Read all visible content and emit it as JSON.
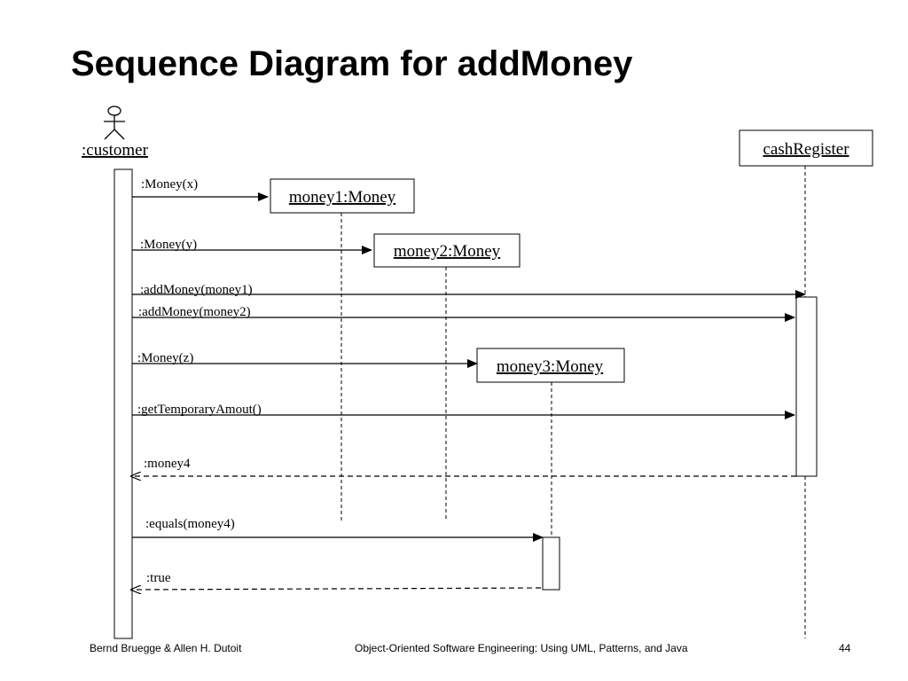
{
  "slide": {
    "title": "Sequence Diagram for addMoney"
  },
  "lifelines": {
    "customer": ":customer",
    "cash_register": "cashRegister",
    "money1": "money1:Money",
    "money2": "money2:Money",
    "money3": "money3:Money"
  },
  "messages": {
    "money_x": ":Money(x)",
    "money_y": ":Money(y)",
    "add_money_1": ":addMoney(money1)",
    "add_money_2": ":addMoney(money2)",
    "money_z": ":Money(z)",
    "get_temporary_amount": ":getTemporaryAmout()",
    "return_money4": ":money4",
    "equals_money4": ":equals(money4)",
    "return_true": ":true"
  },
  "footer": {
    "authors": "Bernd Bruegge & Allen H. Dutoit",
    "book": "Object-Oriented Software Engineering: Using UML, Patterns, and Java",
    "page_number": "44"
  }
}
